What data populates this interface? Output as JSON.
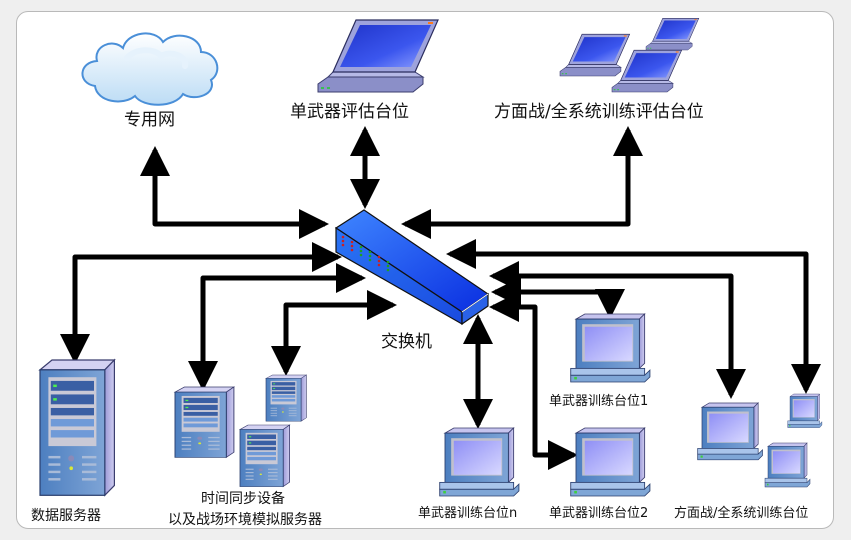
{
  "diagram": {
    "title": "",
    "colors": {
      "line": "#000000",
      "switch_blue": "#1a5cf0",
      "screen_blue": "#2a3fd8",
      "monitor_body": "#5d8cc4",
      "cloud_stroke": "#4a8fd8"
    },
    "nodes": {
      "private_network": {
        "label": "专用网",
        "icon": "cloud-icon"
      },
      "single_weapon_eval": {
        "label": "单武器评估台位",
        "icon": "laptop-icon"
      },
      "system_eval": {
        "label": "方面战/全系统训练评估台位",
        "icon": "laptops-icon"
      },
      "switch": {
        "label": "交换机",
        "icon": "network-switch-icon"
      },
      "data_server": {
        "label": "数据服务器",
        "icon": "server-tower-icon"
      },
      "time_sync": {
        "label_line1": "时间同步设备",
        "label_line2": "以及战场环境模拟服务器",
        "icon": "server-icon"
      },
      "weapon_train_1": {
        "label": "单武器训练台位1",
        "icon": "desktop-computer-icon"
      },
      "weapon_train_2": {
        "label": "单武器训练台位2",
        "icon": "desktop-computer-icon"
      },
      "weapon_train_n": {
        "label": "单武器训练台位n",
        "icon": "desktop-computer-icon"
      },
      "system_train": {
        "label": "方面战/全系统训练台位",
        "icon": "desktop-computer-icon"
      }
    },
    "edges": [
      {
        "from": "switch",
        "to": "private_network",
        "direction": "bidirectional"
      },
      {
        "from": "switch",
        "to": "single_weapon_eval",
        "direction": "bidirectional"
      },
      {
        "from": "switch",
        "to": "system_eval",
        "direction": "bidirectional"
      },
      {
        "from": "switch",
        "to": "data_server",
        "direction": "bidirectional"
      },
      {
        "from": "switch",
        "to": "time_sync",
        "direction": "bidirectional"
      },
      {
        "from": "switch",
        "to": "weapon_train_1",
        "direction": "bidirectional"
      },
      {
        "from": "switch",
        "to": "weapon_train_2",
        "direction": "bidirectional"
      },
      {
        "from": "switch",
        "to": "weapon_train_n",
        "direction": "bidirectional"
      },
      {
        "from": "switch",
        "to": "system_train",
        "direction": "bidirectional"
      }
    ]
  }
}
